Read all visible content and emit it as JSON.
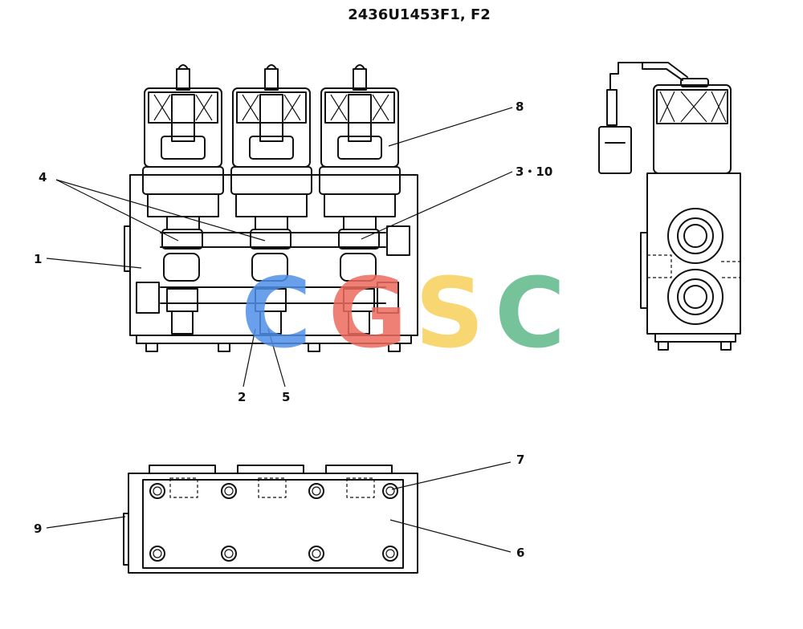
{
  "title": "2436U1453F1, F2",
  "callouts": [
    {
      "id": "c4",
      "text": "4"
    },
    {
      "id": "c1",
      "text": "1"
    },
    {
      "id": "c2",
      "text": "2"
    },
    {
      "id": "c5",
      "text": "5"
    },
    {
      "id": "c8",
      "text": "8"
    },
    {
      "id": "c310",
      "text": "3・10"
    },
    {
      "id": "c7",
      "text": "7"
    },
    {
      "id": "c9",
      "text": "9"
    },
    {
      "id": "c6",
      "text": "6"
    }
  ],
  "watermark": {
    "letters": [
      "C",
      "G",
      "S",
      "C"
    ],
    "colors": [
      "#4f8fe8",
      "#ec6b5e",
      "#f7cf5a",
      "#5fb98a"
    ]
  }
}
